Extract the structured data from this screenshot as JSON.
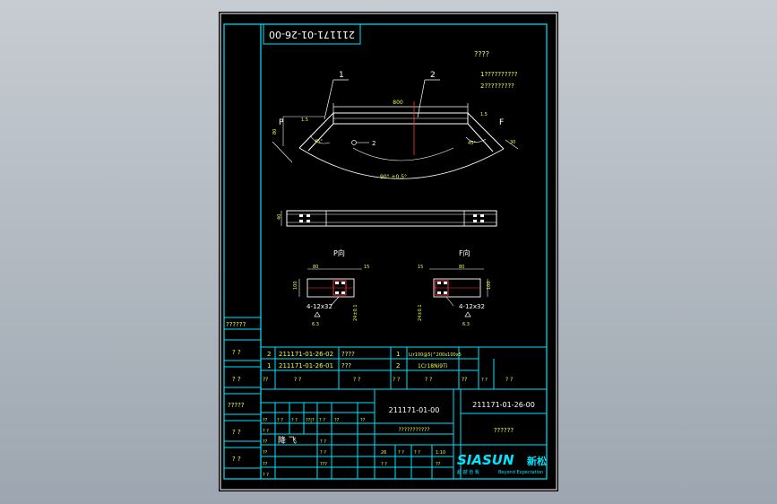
{
  "drawing": {
    "title_number": "211171-01-26-00",
    "note_title": "????",
    "note_lines": [
      "1??????????",
      "2?????????"
    ],
    "part_labels": [
      "1",
      "2"
    ],
    "left_marker": "P",
    "right_marker": "F",
    "dims": {
      "top_length": "800",
      "chamfer_left": "1.5",
      "chamfer_right": "1.5",
      "left_height": "80",
      "left_angle": "45°",
      "right_angle": "45°",
      "bottom_arc": "90° ±0.5°",
      "right_tail": "30",
      "side_view_height": "40"
    },
    "weld_mark": "2",
    "detail_left": {
      "label": "P向",
      "hole_spec": "4-12x32",
      "roughness": "6.3",
      "dim_width": "80",
      "dim_offset": "15",
      "dim_height": "100",
      "dim_vertical": "24±0.1"
    },
    "detail_right": {
      "label": "F向",
      "hole_spec": "4-12x32",
      "roughness": "6.3",
      "dim_width": "80",
      "dim_offset": "15",
      "dim_height": "100",
      "dim_vertical": "24±0.1"
    }
  },
  "side_labels": [
    "??????",
    "? ?",
    "? ?",
    "?????",
    "? ?",
    "? ?"
  ],
  "parts_list": [
    {
      "no": "2",
      "code": "211171-01-26-02",
      "name": "????",
      "qty": "1",
      "material": "L(r100@5)^200x100x5"
    },
    {
      "no": "1",
      "code": "211171-01-26-01",
      "name": "???",
      "qty": "2",
      "material": "1Cr18Ni9Ti"
    }
  ],
  "parts_header": [
    "??",
    "?  ?",
    "?  ?",
    "?  ?",
    "?  ?",
    "??",
    "?  ?",
    "?  ?"
  ],
  "title_block": {
    "assembly_no": "211171-01-00",
    "drawing_no": "211171-01-26-00",
    "drawing_name": "??????",
    "meta": "???????????",
    "stamp": "降 飞",
    "small_cells": [
      "??",
      "? ?",
      "? ?",
      "??|?",
      "? ?",
      "??",
      "??",
      "? ?",
      "??",
      "? ?",
      "??",
      "??",
      "? ?",
      "? ?",
      "???",
      "26",
      "? ?",
      "? ?",
      "1:10",
      "? ?",
      "??"
    ],
    "company": "SIASUN",
    "company_cn": "新松",
    "slogan_cn": "超 越 自 我",
    "slogan_en": "Beyond Expectation"
  }
}
